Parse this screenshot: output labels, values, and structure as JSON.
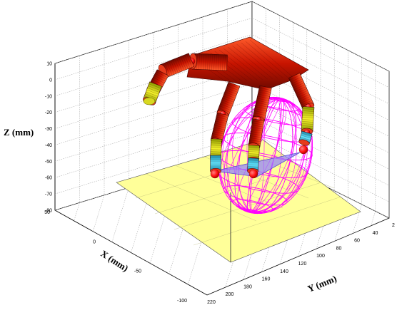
{
  "chart_data": {
    "type": "3d-surface",
    "xlabel": "X (mm)",
    "ylabel": "Y (mm)",
    "zlabel": "Z (mm)",
    "xticks": [
      50,
      0,
      -50,
      -100
    ],
    "yticks": [
      220,
      200,
      180,
      160,
      140,
      120,
      100,
      80,
      60,
      40,
      2
    ],
    "zticks": [
      10,
      0,
      -10,
      -20,
      -30,
      -40,
      -50,
      -60,
      -70,
      -80
    ],
    "zlim": [
      -80,
      10
    ],
    "grid": true,
    "box": true,
    "objects": [
      {
        "name": "robotic hand with cylindrical finger links",
        "color": "#c81400",
        "joint_colors": [
          "#e6e600",
          "#28d2ff",
          "#ff2020"
        ]
      },
      {
        "name": "wireframe ellipsoid grasped object",
        "color": "#ff00ff"
      },
      {
        "name": "base plane",
        "color": "#ffff99"
      }
    ]
  }
}
